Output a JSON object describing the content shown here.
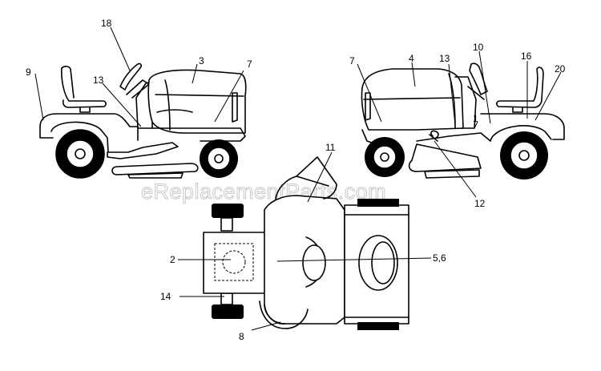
{
  "watermark": "eReplacementParts.com",
  "callouts": {
    "c9": "9",
    "c18": "18",
    "c3": "3",
    "c7_left": "7",
    "c13_left": "13",
    "c7_right": "7",
    "c4": "4",
    "c13_right": "13",
    "c10": "10",
    "c16": "16",
    "c20": "20",
    "c1": "1",
    "c12": "12",
    "c11": "11",
    "c2": "2",
    "c56": "5,6",
    "c14": "14",
    "c8": "8"
  }
}
